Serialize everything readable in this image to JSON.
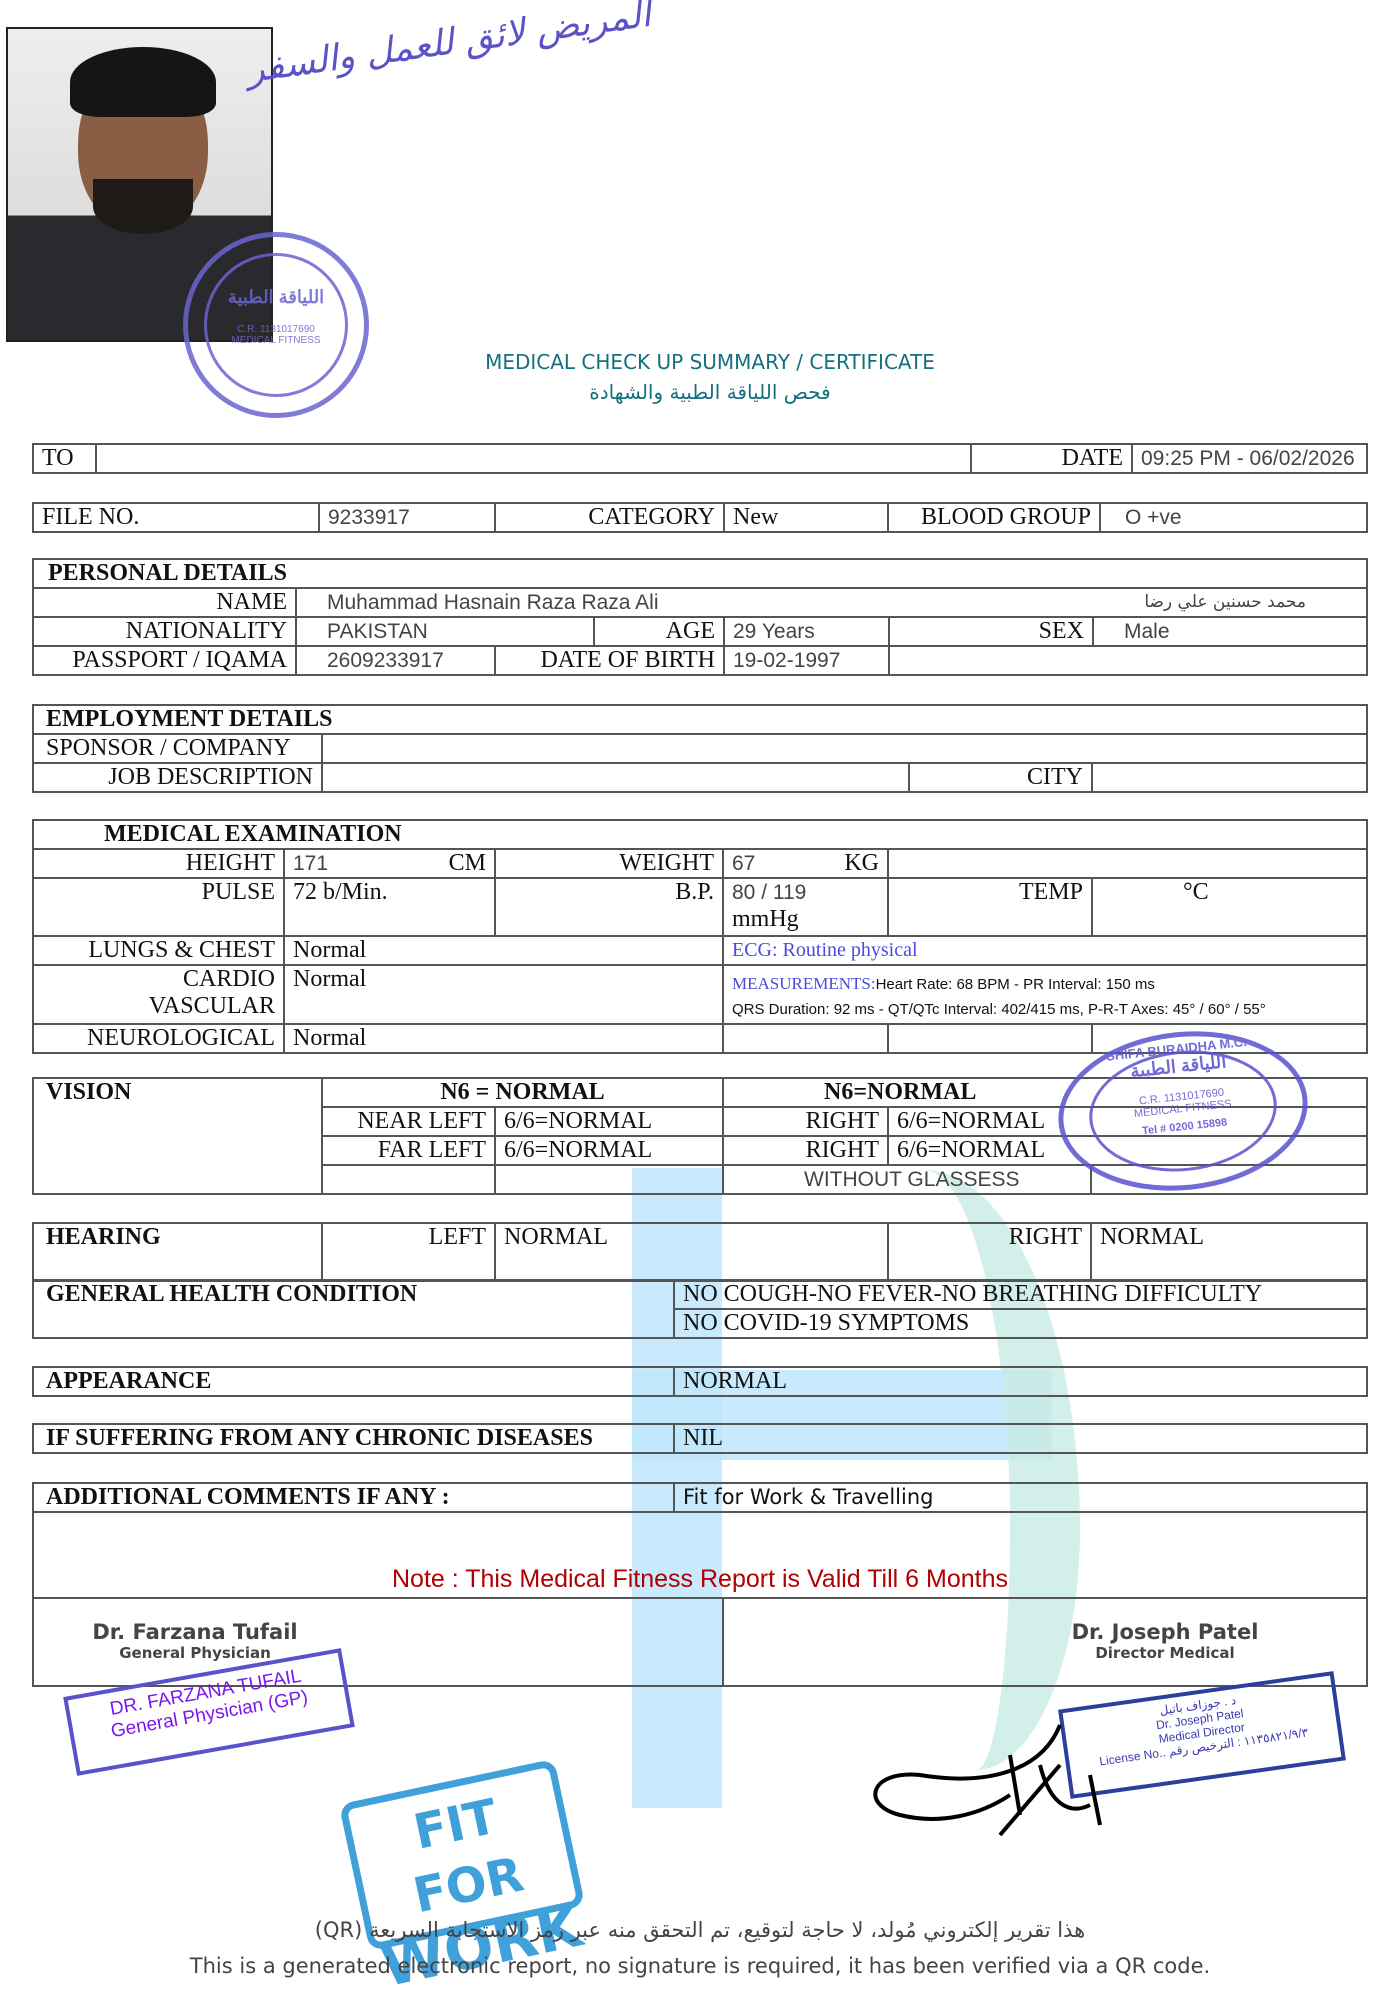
{
  "header": {
    "handwritten_note": "المريض لائق للعمل والسفر",
    "title_en": "MEDICAL CHECK UP SUMMARY / CERTIFICATE",
    "title_ar": "فحص اللياقة الطبية والشهادة"
  },
  "clinic_stamp": {
    "name_en": "SHIFA BURAIDHA M.C.",
    "name_ar": "اللياقة الطبية",
    "cr": "C.R. 1131017690",
    "sub": "MEDICAL FITNESS",
    "tel": "Tel # 0200 15898"
  },
  "top": {
    "to_label": "TO",
    "to_value": "",
    "date_label": "DATE",
    "date_value": "09:25 PM -  06/02/2026"
  },
  "file": {
    "file_label": "FILE NO.",
    "file_value": "9233917",
    "category_label": "CATEGORY",
    "category_value": "New",
    "blood_label": "BLOOD GROUP",
    "blood_value": "O +ve"
  },
  "personal": {
    "heading": "PERSONAL DETAILS",
    "name_label": "NAME",
    "name_value": "Muhammad Hasnain Raza Raza Ali",
    "name_ar": "محمد حسنين علي رضا",
    "nationality_label": "NATIONALITY",
    "nationality_value": "PAKISTAN",
    "age_label": "AGE",
    "age_value": "29 Years",
    "sex_label": "SEX",
    "sex_value": "Male",
    "passport_label": "PASSPORT / IQAMA",
    "passport_value": "2609233917",
    "dob_label": "DATE OF BIRTH",
    "dob_value": "19-02-1997"
  },
  "employment": {
    "heading": "EMPLOYMENT DETAILS",
    "sponsor_label": "SPONSOR / COMPANY",
    "job_label": "JOB DESCRIPTION",
    "city_label": "CITY"
  },
  "medical": {
    "heading": "MEDICAL EXAMINATION",
    "height_label": "HEIGHT",
    "height_value": "171",
    "height_unit": "CM",
    "weight_label": "WEIGHT",
    "weight_value": "67",
    "weight_unit": "KG",
    "pulse_label": "PULSE",
    "pulse_value": "72 b/Min.",
    "bp_label": "B.P.",
    "bp_value": "80 / 119",
    "bp_unit": "mmHg",
    "temp_label": "TEMP",
    "temp_unit": "°C",
    "lungs_label": "LUNGS & CHEST",
    "lungs_value": "Normal",
    "ecg": "ECG: Routine physical",
    "cardio_label_1": "CARDIO",
    "cardio_label_2": "VASCULAR",
    "cardio_value": "Normal",
    "measurements_label": "MEASUREMENTS:",
    "measurements_1": "Heart Rate: 68 BPM - PR Interval: 150 ms",
    "measurements_2": "QRS Duration: 92 ms - QT/QTc Interval: 402/415 ms, P-R-T Axes: 45° / 60° / 55°",
    "neuro_label": "NEUROLOGICAL",
    "neuro_value": "Normal"
  },
  "vision": {
    "heading": "VISION",
    "left_head": "N6 = NORMAL",
    "right_head": "N6=NORMAL",
    "near_left_label": "NEAR LEFT",
    "near_left_value": "6/6=NORMAL",
    "near_right_label": "RIGHT",
    "near_right_value": "6/6=NORMAL",
    "far_left_label": "FAR LEFT",
    "far_left_value": "6/6=NORMAL",
    "far_right_label": "RIGHT",
    "far_right_value": "6/6=NORMAL",
    "note": "WITHOUT GLASSESS"
  },
  "hearing": {
    "heading": "HEARING",
    "left_label": "LEFT",
    "left_value": "NORMAL",
    "right_label": "RIGHT",
    "right_value": "NORMAL"
  },
  "general": {
    "heading": "GENERAL HEALTH CONDITION",
    "line1": "NO COUGH-NO FEVER-NO BREATHING DIFFICULTY",
    "line2": "NO COVID-19 SYMPTOMS"
  },
  "appearance": {
    "heading": "APPEARANCE",
    "value": "NORMAL"
  },
  "chronic": {
    "heading": "IF SUFFERING FROM ANY CHRONIC DISEASES",
    "value": "NIL"
  },
  "comments": {
    "heading": "ADDITIONAL COMMENTS IF ANY :",
    "value": "Fit for Work & Travelling",
    "note": "Note : This Medical Fitness Report is Valid Till 6 Months"
  },
  "doctors": {
    "left_name": "Dr. Farzana Tufail",
    "left_title": "General Physician",
    "left_stamp_1": "DR. FARZANA TUFAIL",
    "left_stamp_2": "General Physician (GP)",
    "right_name": "Dr. Joseph Patel",
    "right_title": "Director Medical",
    "right_stamp_ar": "د . جوزاف باتيل",
    "right_stamp_1": "Dr. Joseph Patel",
    "right_stamp_2": "Medical Director",
    "right_stamp_3": "License No.. ١١٣٥٨٢١/٩/٣ : الترخيص رقم"
  },
  "fit_stamp": {
    "line1": "FIT FOR",
    "line2": "WORK"
  },
  "footer": {
    "ar": "هذا تقرير إلكتروني مُولد، لا حاجة لتوقيع، تم التحقق منه عبر رمز الاستجابة السريعة (QR)",
    "en": "This is a generated electronic report, no signature is required, it has been verified via a QR code."
  }
}
